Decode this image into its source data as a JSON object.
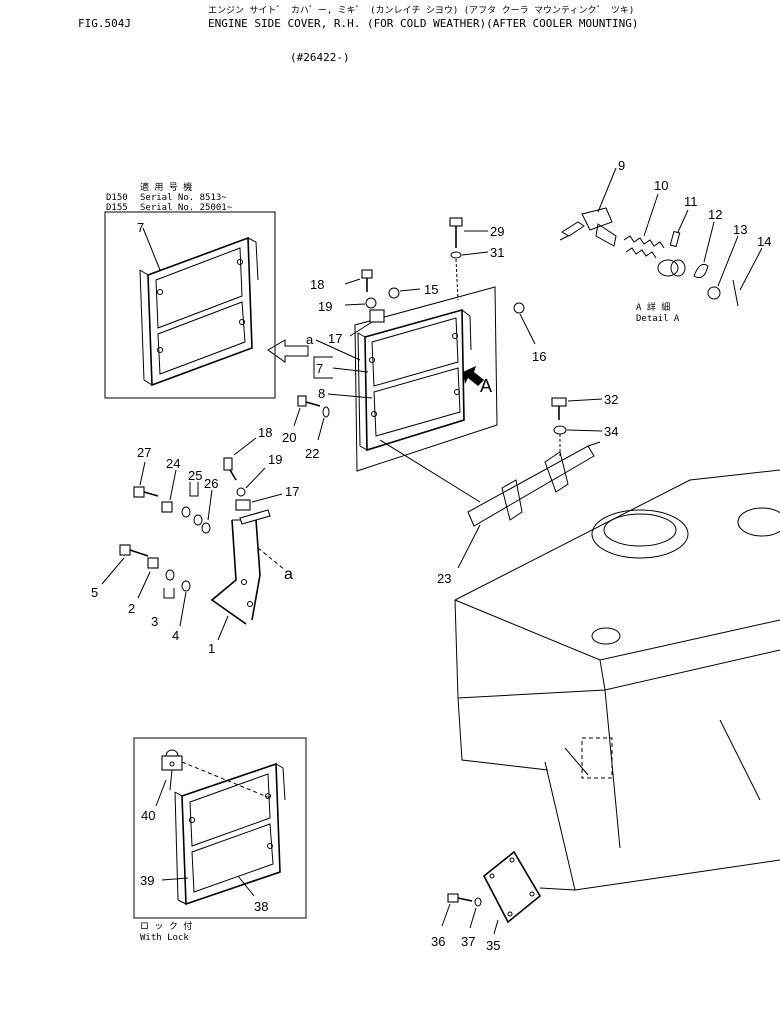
{
  "header": {
    "figure": "FIG.504J",
    "japanese_title": "エンジン サイト゛ カハ゛ー, ミキ゛ (カンレイチ シヨウ) (アフタ クーラ マウンティンク゛ ツキ)",
    "title": "ENGINE SIDE COVER, R.H. (FOR COLD WEATHER)(AFTER COOLER MOUNTING)",
    "serial_range": "(#26422-)"
  },
  "inset_top": {
    "heading_jp": "適 用 号 機",
    "line1_model": "D150",
    "line1_serial": "Serial  No. 8513~",
    "line2_model": "D155",
    "line2_serial": "Serial  No. 25001~"
  },
  "detail_a": {
    "jp": "A  詳  細",
    "en": "Detail A"
  },
  "inset_bottom": {
    "jp": "ロ ッ ク 付",
    "en": "With  Lock"
  },
  "view_letters": {
    "a": "a",
    "A": "A"
  },
  "callouts": {
    "c1": "1",
    "c2": "2",
    "c3": "3",
    "c4": "4",
    "c5": "5",
    "c7a": "7",
    "c7b": "7",
    "c8": "8",
    "c9": "9",
    "c10": "10",
    "c11": "11",
    "c12": "12",
    "c13": "13",
    "c14": "14",
    "c15": "15",
    "c16": "16",
    "c17a": "17",
    "c17b": "17",
    "c18a": "18",
    "c18b": "18",
    "c19a": "19",
    "c19b": "19",
    "c20": "20",
    "c22": "22",
    "c23": "23",
    "c24": "24",
    "c25": "25",
    "c26": "26",
    "c27": "27",
    "c29": "29",
    "c31": "31",
    "c32": "32",
    "c34": "34",
    "c35": "35",
    "c36": "36",
    "c37": "37",
    "c38": "38",
    "c39": "39",
    "c40": "40"
  }
}
